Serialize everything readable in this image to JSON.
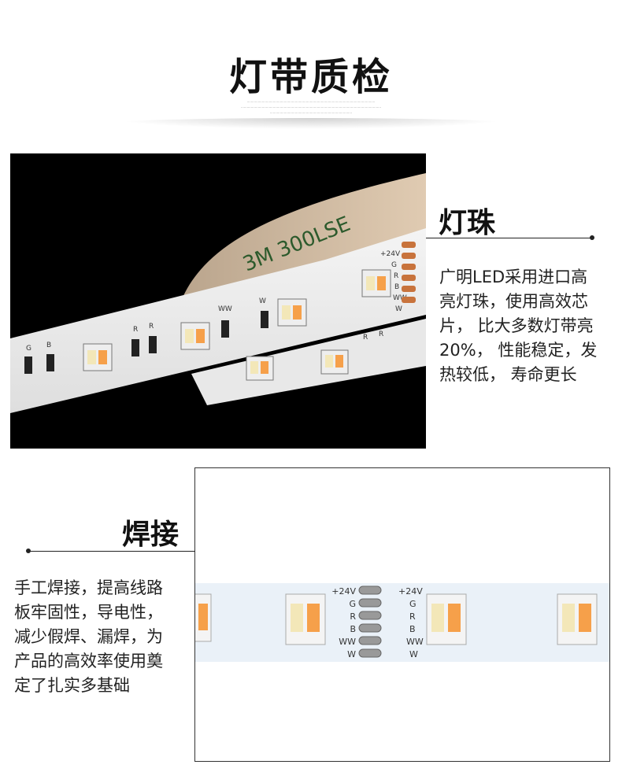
{
  "header": {
    "title": "灯带质检"
  },
  "section_pearl": {
    "heading": "灯珠",
    "lines": [
      "广明LED采用进口高",
      "亮灯珠，使用高效芯",
      "片， 比大多数灯带亮",
      "20%， 性能稳定，发",
      "热较低， 寿命更长"
    ],
    "photo_labels": {
      "pad_24v": "+24V",
      "pad_g": "G",
      "pad_r": "R",
      "pad_b": "B",
      "pad_ww": "WW",
      "pad_w": "W",
      "tape_text": "3M 300LSE",
      "comp_g": "G",
      "comp_b": "B",
      "comp_r1": "R",
      "comp_r2": "R",
      "comp_ww": "WW",
      "comp_w": "W",
      "comp_r3": "R",
      "comp_r4": "R"
    }
  },
  "section_weld": {
    "heading": "焊接",
    "lines": [
      "手工焊接，提高线路",
      "板牢固性，导电性，",
      "减少假焊、漏焊，为",
      "产品的高效率使用奠",
      "定了扎实多基础"
    ],
    "pads_left": [
      "+24V",
      "G",
      "R",
      "B",
      "WW",
      "W"
    ],
    "pads_right": [
      "+24V",
      "G",
      "R",
      "B",
      "WW",
      "W"
    ]
  },
  "colors": {
    "accent": "#111111",
    "strip_bg": "#eaf1f8",
    "led_warm": "#f6a04a",
    "led_cool": "#f3e7b8"
  }
}
